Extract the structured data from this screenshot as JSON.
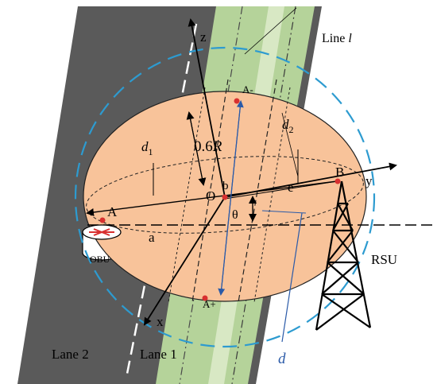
{
  "labels": {
    "z": "z",
    "line_l": "Line ",
    "line_l_var": "l",
    "a_minus": "A-",
    "d2": "d",
    "d2_sub": "2",
    "d1": "d",
    "d1_sub": "1",
    "radius": "0.6",
    "radius_var": "R",
    "b_point": "B",
    "y": "y",
    "b_small": "b",
    "o": "O",
    "e": "e",
    "a_point": "A",
    "theta": "θ",
    "a_small": "a",
    "obu": "OBU",
    "rsu": "RSU",
    "a_plus": "A+",
    "x": "x",
    "d": "d",
    "lane2": "Lane 2",
    "lane1": "Lane 1"
  },
  "colors": {
    "road_dark": "#5a5a5a",
    "lane_green": "#b5d39a",
    "ellipse_fill": "#f8c39a",
    "circle_blue": "#2d9bd0",
    "blue_line": "#2a5aa8",
    "red_dot": "#d83030"
  }
}
